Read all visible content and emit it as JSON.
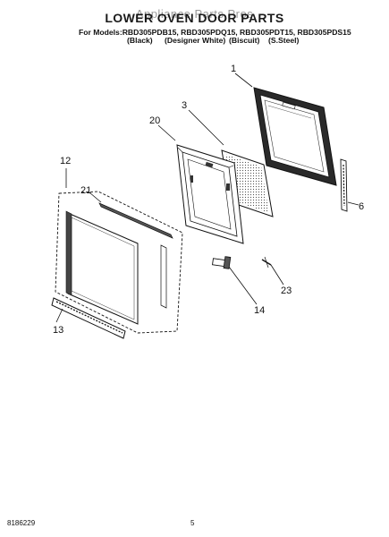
{
  "header": {
    "watermark": "Appliance Parts Pros",
    "title": "LOWER OVEN DOOR PARTS",
    "models_line": "For Models:RBD305PDB15, RBD305PDQ15, RBD305PDT15, RBD305PDS15",
    "colors": [
      "(Black)",
      "(Designer White)",
      "(Biscuit)",
      "(S.Steel)"
    ]
  },
  "callouts": {
    "c1": "1",
    "c3": "3",
    "c20": "20",
    "c12": "12",
    "c21": "21",
    "c6": "6",
    "c23": "23",
    "c14": "14",
    "c13": "13"
  },
  "footer": {
    "part_number": "8186229",
    "page_number": "5"
  }
}
